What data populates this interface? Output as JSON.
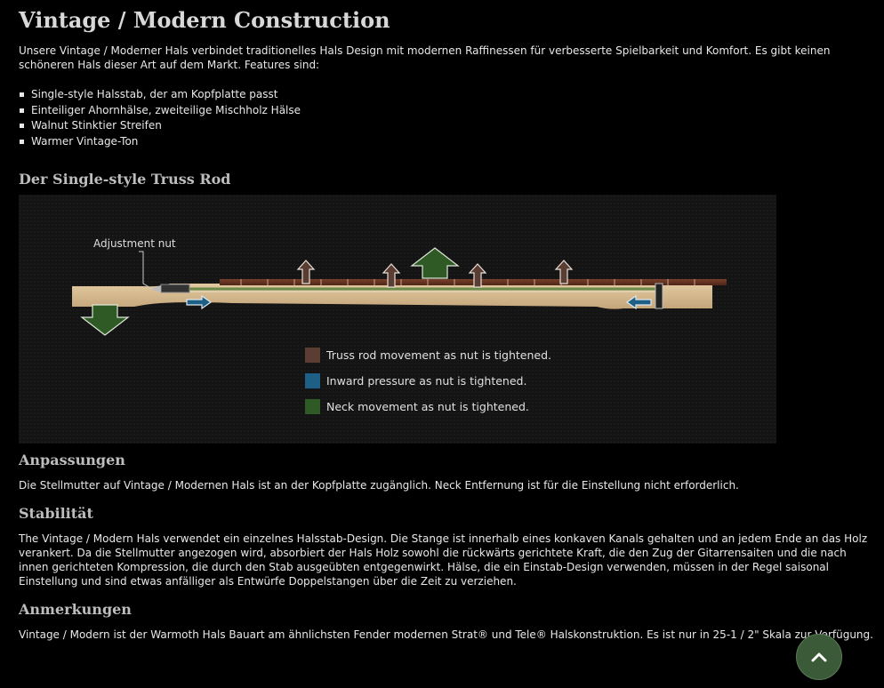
{
  "title": "Vintage / Modern Construction",
  "intro": "Unsere Vintage / Moderner Hals verbindet traditionelles Hals Design mit modernen Raffinessen für verbesserte Spielbarkeit und Komfort. Es gibt keinen schöneren Hals dieser Art auf dem Markt. Features sind:",
  "features": [
    "Single-style Halsstab, der am Kopfplatte passt",
    "Einteiliger Ahornhälse, zweiteilige Mischholz Hälse",
    "Walnut Stinktier Streifen",
    "Warmer Vintage-Ton"
  ],
  "truss": {
    "heading": "Der Single-style Truss Rod",
    "diagram": {
      "nut_label": "Adjustment nut",
      "legend": [
        {
          "label": "Truss rod movement as nut is tightened.",
          "color": "#5a3d33"
        },
        {
          "label": "Inward pressure as nut is tightened.",
          "color": "#1e5f86"
        },
        {
          "label": "Neck movement as nut is tightened.",
          "color": "#2f5a25"
        }
      ]
    }
  },
  "anpassungen": {
    "heading": "Anpassungen",
    "text": "Die Stellmutter auf Vintage / Modernen Hals ist an der Kopfplatte zugänglich. Neck Entfernung ist für die Einstellung nicht erforderlich."
  },
  "stabilitaet": {
    "heading": "Stabilität",
    "text": "The Vintage / Modern Hals verwendet ein einzelnes Halsstab-Design. Die Stange ist innerhalb eines konkaven Kanals gehalten und an jedem Ende an das Holz verankert. Da die Stellmutter angezogen wird, absorbiert der Hals Holz sowohl die rückwärts gerichtete Kraft, die den Zug der Gitarrensaiten und die nach innen gerichteten Kompression, die durch den Stab ausgeübten entgegenwirkt. Hälse, die ein Einstab-Design verwenden, müssen in der Regel saisonal Einstellung und sind etwas anfälliger als Entwürfe Doppelstangen über die Zeit zu verziehen."
  },
  "anmerkungen": {
    "heading": "Anmerkungen",
    "text": "Vintage / Modern ist der Warmoth Hals Bauart am ähnlichsten Fender modernen Strat® und Tele® Halskonstruktion. Es ist nur in 25-1 / 2\" Skala zur Verfügung."
  },
  "colors": {
    "background": "#000000",
    "brown_arrow": "#5a3d33",
    "blue_arrow": "#1e5f86",
    "green_arrow": "#2f5a25",
    "scroll_button": "#3b5a37"
  },
  "icons": {
    "scroll_top": "chevron-up-icon"
  }
}
